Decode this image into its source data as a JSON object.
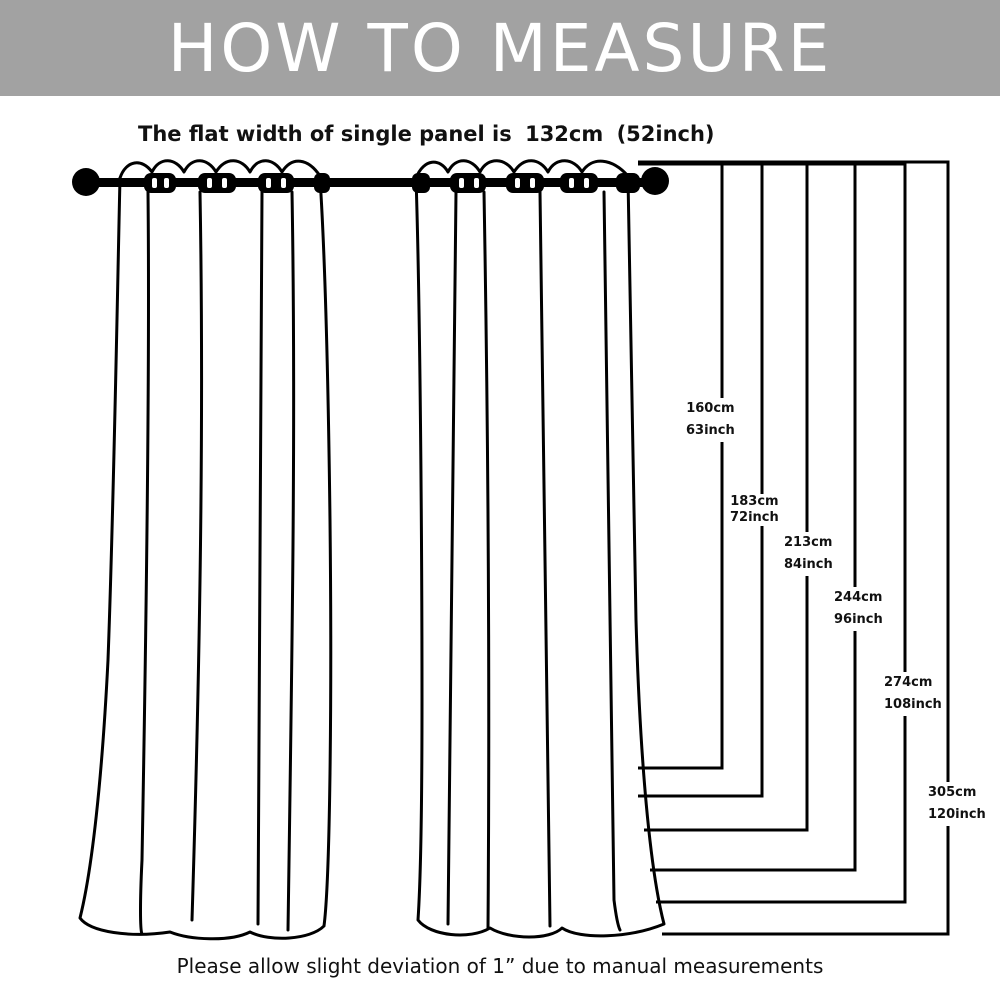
{
  "header": {
    "title": "HOW TO MEASURE"
  },
  "subtitle": {
    "prefix": "The flat width of single panel is",
    "cm": "132cm",
    "inch": "(52inch)"
  },
  "lengths": [
    {
      "cm": "160cm",
      "inch": "63inch"
    },
    {
      "cm": "183cm",
      "inch": "72inch"
    },
    {
      "cm": "213cm",
      "inch": "84inch"
    },
    {
      "cm": "244cm",
      "inch": "96inch"
    },
    {
      "cm": "274cm",
      "inch": "108inch"
    },
    {
      "cm": "305cm",
      "inch": "120inch"
    }
  ],
  "footnote": "Please allow slight deviation of 1” due to manual measurements",
  "colors": {
    "header_bg": "#a2a2a2",
    "header_text": "#ffffff",
    "line": "#000000"
  }
}
